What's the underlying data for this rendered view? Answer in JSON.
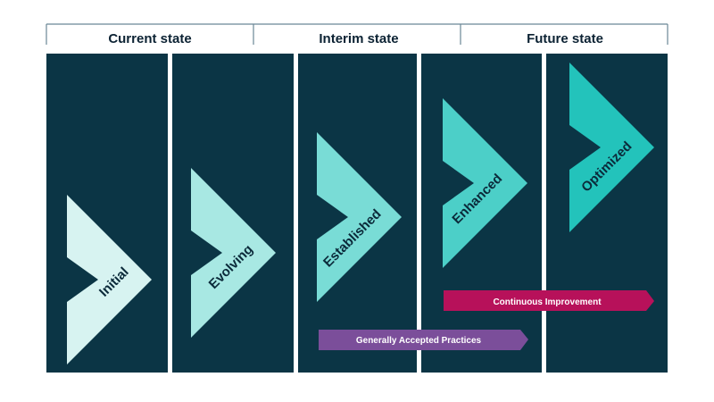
{
  "headers": [
    "Current state",
    "Interim state",
    "Future state"
  ],
  "stages": [
    {
      "label": "Initial",
      "color": "#d7f3f1"
    },
    {
      "label": "Evolving",
      "color": "#a8e8e3"
    },
    {
      "label": "Established",
      "color": "#79dcd6"
    },
    {
      "label": "Enhanced",
      "color": "#4ccfc8"
    },
    {
      "label": "Optimized",
      "color": "#23c3bb"
    }
  ],
  "bars": {
    "continuous": {
      "label": "Continuous Improvement",
      "color": "#b7115a"
    },
    "generally_accepted": {
      "label": "Generally Accepted Practices",
      "color": "#7b4e9a"
    }
  },
  "colors": {
    "panel": "#0b3545",
    "header_rule": "#6b8796",
    "text_dark": "#0c2233"
  }
}
